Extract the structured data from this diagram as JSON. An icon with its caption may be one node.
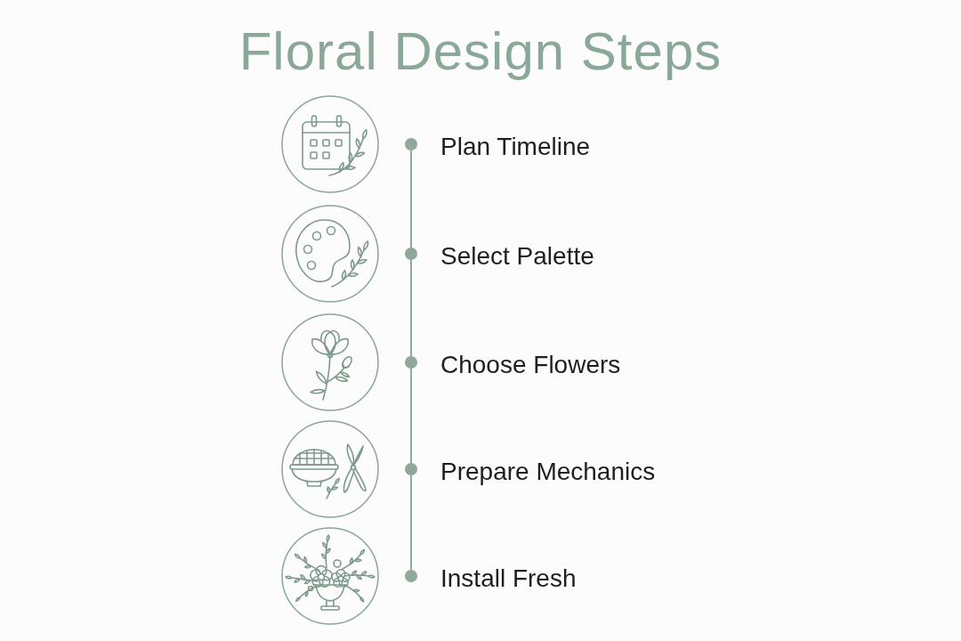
{
  "diagram": {
    "title": "Floral Design Steps",
    "nodes": [
      {
        "text": [],
        "shape": "circle",
        "beside": [
          "Plan Timeline"
        ]
      },
      {
        "text": [],
        "shape": "circle",
        "beside": [
          "Select Palette"
        ]
      },
      {
        "text": [],
        "shape": "circle",
        "beside": [
          "Choose Flowers"
        ]
      },
      {
        "text": [],
        "shape": "circle",
        "beside": [
          "Prepare Mechanics"
        ]
      },
      {
        "text": [],
        "shape": "circle",
        "beside": [
          "Install Fresh"
        ]
      }
    ],
    "edges": [
      {
        "from": 0,
        "to": 1,
        "arrow": "none"
      },
      {
        "from": 1,
        "to": 2,
        "arrow": "none"
      },
      {
        "from": 2,
        "to": 3,
        "arrow": "none"
      },
      {
        "from": 3,
        "to": 4,
        "arrow": "none"
      }
    ]
  }
}
